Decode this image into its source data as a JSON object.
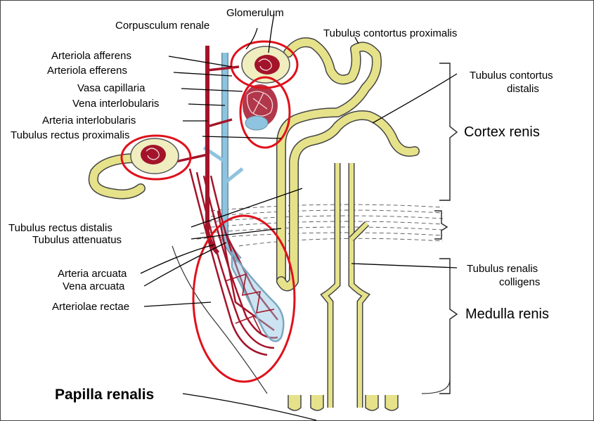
{
  "labels": {
    "glomerulum": "Glomerulum",
    "corpusculum_renale": "Corpusculum renale",
    "tubulus_contortus_proximalis": "Tubulus contortus proximalis",
    "arteriola_afferens": "Arteriola afferens",
    "arteriola_efferens": "Arteriola efferens",
    "vasa_capillaria": "Vasa capillaria",
    "vena_interlobularis": "Vena interlobularis",
    "arteria_interlobularis": "Arteria interlobularis",
    "tubulus_rectus_proximalis": "Tubulus rectus proximalis",
    "tubulus_contortus_distalis_1": "Tubulus contortus",
    "tubulus_contortus_distalis_2": "distalis",
    "cortex_renis": "Cortex renis",
    "tubulus_rectus_distalis": "Tubulus rectus distalis",
    "tubulus_attenuatus": "Tubulus attenuatus",
    "arteria_arcuata": "Arteria arcuata",
    "vena_arcuata": "Vena arcuata",
    "arteriolae_rectae": "Arteriolae rectae",
    "tubulus_renalis_colligens_1": "Tubulus renalis",
    "tubulus_renalis_colligens_2": "colligens",
    "medulla_renis": "Medulla renis",
    "papilla_renalis": "Papilla renalis"
  },
  "colors": {
    "artery": "#a3142a",
    "vein": "#8ec4df",
    "tubule_fill": "#e6e28a",
    "highlight": "#e0101a"
  }
}
